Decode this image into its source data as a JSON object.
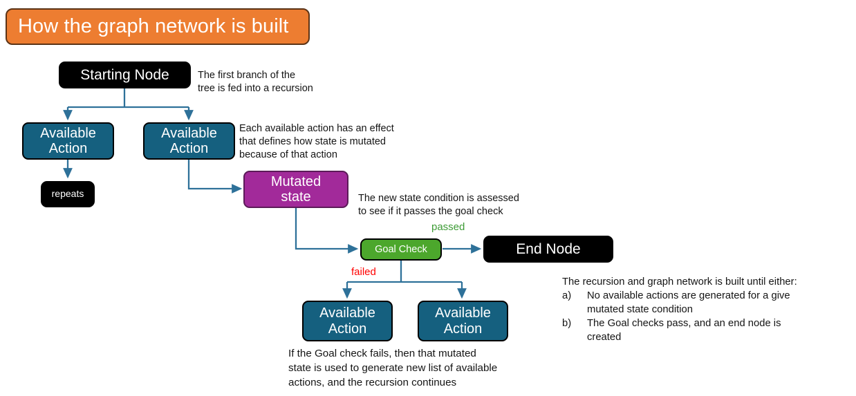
{
  "title_banner": {
    "text": "How the graph network is built",
    "fill": "#ed7d31",
    "border": "#5b3316",
    "text_color": "#ffffff"
  },
  "nodes": {
    "start": {
      "label": "Starting Node",
      "fill": "#000000",
      "text_color": "#ffffff"
    },
    "action_left": {
      "label": "Available\nAction",
      "fill": "#15607f",
      "text_color": "#ffffff"
    },
    "action_right": {
      "label": "Available\nAction",
      "fill": "#15607f",
      "text_color": "#ffffff"
    },
    "repeats": {
      "label": "repeats",
      "fill": "#000000",
      "text_color": "#ffffff"
    },
    "mutated": {
      "label": "Mutated\nstate",
      "fill": "#a22a9a",
      "text_color": "#ffffff"
    },
    "goal_check": {
      "label": "Goal Check",
      "fill": "#4ca72c",
      "text_color": "#ffffff"
    },
    "end": {
      "label": "End Node",
      "fill": "#000000",
      "text_color": "#ffffff"
    },
    "action_fail_left": {
      "label": "Available\nAction",
      "fill": "#15607f",
      "text_color": "#ffffff"
    },
    "action_fail_right": {
      "label": "Available\nAction",
      "fill": "#15607f",
      "text_color": "#ffffff"
    }
  },
  "edge_labels": {
    "passed": {
      "text": "passed",
      "color": "#3d9b35"
    },
    "failed": {
      "text": "failed",
      "color": "#ff0000"
    }
  },
  "annotations": {
    "first_branch": "The first branch of the\ntree is fed into a recursion",
    "each_action": "Each available action has an effect\nthat defines how state is mutated\nbecause of that action",
    "new_state": "The new state condition is assessed\nto see if it passes the goal check",
    "goal_fails": "If the Goal check fails, then that mutated\nstate is used to generate new list of available\nactions, and the recursion continues"
  },
  "summary": {
    "intro": "The recursion and graph network is built until either:",
    "items": [
      {
        "marker": "a)",
        "text": "No available actions are generated for a give\nmutated state condition"
      },
      {
        "marker": "b)",
        "text": "The Goal checks pass, and an end node is\ncreated"
      }
    ]
  },
  "style": {
    "connector_color": "#2e7199"
  }
}
